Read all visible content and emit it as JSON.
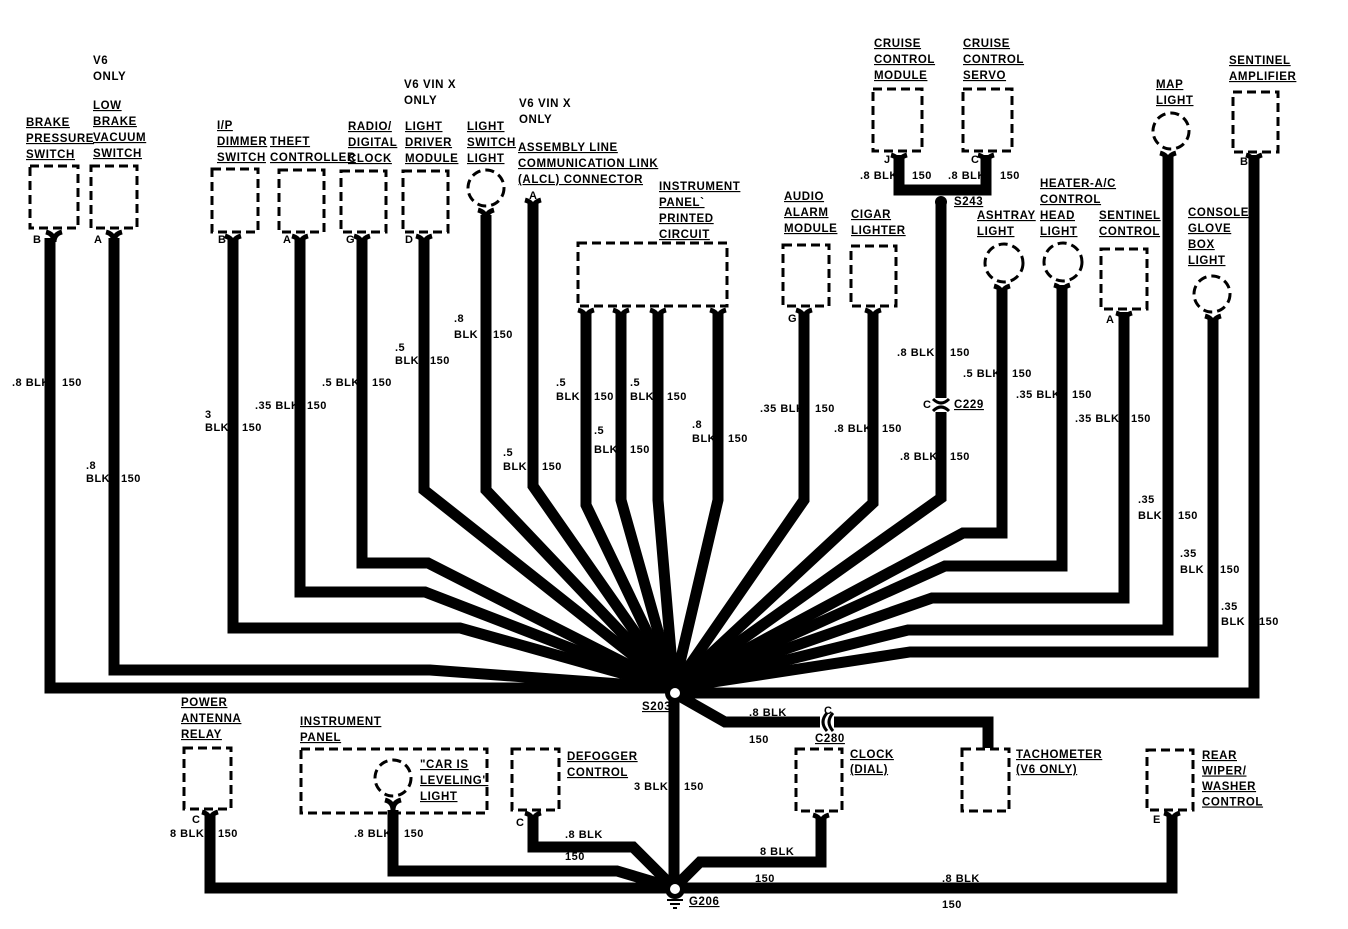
{
  "diagram": {
    "title": "Ground Distribution Schematic — S203 / G206",
    "colors": {
      "wire": "#000000",
      "background": "#ffffff"
    },
    "splices": {
      "s203": "S203",
      "s243": "S243"
    },
    "connectors": {
      "c229": "C229",
      "c229_pin": "C",
      "c280": "C280",
      "c280_pin": "C"
    },
    "ground": {
      "g206": "G206"
    },
    "notes": {
      "v6_only": [
        "V6",
        "ONLY"
      ],
      "v6_vin_x_1": [
        "V6 VIN X",
        "ONLY"
      ],
      "v6_vin_x_2": [
        "V6 VIN X",
        "ONLY"
      ]
    },
    "components": {
      "brake_pressure_switch": {
        "label": [
          "BRAKE",
          "PRESSURE",
          "SWITCH"
        ],
        "pin": "B",
        "wire": [
          ".8 BLK",
          "150"
        ]
      },
      "low_brake_vacuum_switch": {
        "label": [
          "LOW",
          "BRAKE",
          "VACUUM",
          "SWITCH"
        ],
        "pin": "A",
        "wire": [
          ".8",
          "BLK",
          "150"
        ]
      },
      "ip_dimmer_switch": {
        "label": [
          "I/P",
          "DIMMER",
          "SWITCH"
        ],
        "pin": "B",
        "wire": [
          "3",
          "BLK",
          "150"
        ]
      },
      "theft_controller": {
        "label": [
          "THEFT",
          "CONTROLLER"
        ],
        "pin": "A",
        "wire": [
          ".35 BLK",
          "150"
        ]
      },
      "radio_digital_clock": {
        "label": [
          "RADIO/",
          "DIGITAL",
          "CLOCK"
        ],
        "pin": "G",
        "wire": [
          ".5 BLK",
          "150"
        ]
      },
      "light_driver_module": {
        "label": [
          "LIGHT",
          "DRIVER",
          "MODULE"
        ],
        "pin": "D",
        "wire": [
          ".5",
          "BLK",
          "150"
        ]
      },
      "light_switch_light": {
        "label": [
          "LIGHT",
          "SWITCH",
          "LIGHT"
        ],
        "wire": [
          ".8",
          "BLK",
          "150"
        ]
      },
      "alcl_connector": {
        "label": [
          "ASSEMBLY LINE",
          "COMMUNICATION LINK",
          "(ALCL) CONNECTOR"
        ],
        "pin": "A",
        "wire": [
          ".5",
          "BLK",
          "150"
        ]
      },
      "ip_printed_circuit": {
        "label": [
          "INSTRUMENT",
          "PANEL`",
          "PRINTED",
          "CIRCUIT"
        ],
        "wires": [
          [
            ".5",
            "BLK",
            "150"
          ],
          [
            ".5",
            "BLK",
            "150"
          ],
          [
            ".5",
            "BLK",
            "150"
          ],
          [
            ".8",
            "BLK",
            "150"
          ]
        ]
      },
      "audio_alarm_module": {
        "label": [
          "AUDIO",
          "ALARM",
          "MODULE"
        ],
        "pin": "G",
        "wire": [
          ".35 BLK",
          "150"
        ]
      },
      "cigar_lighter": {
        "label": [
          "CIGAR",
          "LIGHTER"
        ],
        "wire": [
          ".8 BLK",
          "150"
        ]
      },
      "cruise_control_module": {
        "label": [
          "CRUISE",
          "CONTROL",
          "MODULE"
        ],
        "pin": "J",
        "wire": [
          ".8 BLK",
          "150"
        ]
      },
      "cruise_control_servo": {
        "label": [
          "CRUISE",
          "CONTROL",
          "SERVO"
        ],
        "pin": "C",
        "wire": [
          ".8 BLK",
          "150"
        ]
      },
      "s243_upper_wire": [
        ".8 BLK",
        "150"
      ],
      "s243_lower_wire": [
        ".8 BLK",
        "150"
      ],
      "ashtray_light": {
        "label": [
          "ASHTRAY",
          "LIGHT"
        ],
        "wire": [
          ".5 BLK",
          "150"
        ]
      },
      "heater_ac_control_head_light": {
        "label": [
          "HEATER-A/C",
          "CONTROL",
          "HEAD",
          "LIGHT"
        ],
        "wire": [
          ".35 BLK",
          "150"
        ]
      },
      "sentinel_control": {
        "label": [
          "SENTINEL",
          "CONTROL"
        ],
        "pin": "A",
        "wire": [
          ".35 BLK",
          "150"
        ]
      },
      "map_light": {
        "label": [
          "MAP",
          "LIGHT"
        ],
        "wire": [
          ".35",
          "BLK",
          "150"
        ]
      },
      "console_glove_box_light": {
        "label": [
          "CONSOLE",
          "GLOVE",
          "BOX",
          "LIGHT"
        ],
        "wire": [
          ".35",
          "BLK",
          "150"
        ]
      },
      "sentinel_amplifier": {
        "label": [
          "SENTINEL",
          "AMPLIFIER"
        ],
        "pin": "B",
        "wire": [
          ".35",
          "BLK",
          "150"
        ]
      },
      "power_antenna_relay": {
        "label": [
          "POWER",
          "ANTENNA",
          "RELAY"
        ],
        "pin": "C",
        "wire": [
          "8 BLK",
          "150"
        ]
      },
      "instrument_panel": {
        "label": [
          "INSTRUMENT",
          "PANEL"
        ]
      },
      "car_is_leveling_light": {
        "label": [
          "\"CAR IS",
          "LEVELING\"",
          "LIGHT"
        ],
        "wire": [
          ".8 BLK",
          "150"
        ]
      },
      "defogger_control": {
        "label": [
          "DEFOGGER",
          "CONTROL"
        ],
        "pin": "C",
        "wire": [
          ".8 BLK",
          "150"
        ]
      },
      "s203_to_g206": {
        "wire": [
          "3 BLK",
          "150"
        ]
      },
      "clock_dial": {
        "label": [
          "CLOCK",
          "(DIAL)"
        ],
        "wire": [
          "8 BLK",
          "150"
        ]
      },
      "tachometer": {
        "label": [
          "TACHOMETER",
          "(V6 ONLY)"
        ],
        "wire": [
          ".8 BLK",
          "150"
        ]
      },
      "rear_wiper_washer_control": {
        "label": [
          "REAR",
          "WIPER/",
          "WASHER",
          "CONTROL"
        ],
        "pin": "E",
        "wire": [
          ".8 BLK",
          "150"
        ]
      }
    }
  }
}
